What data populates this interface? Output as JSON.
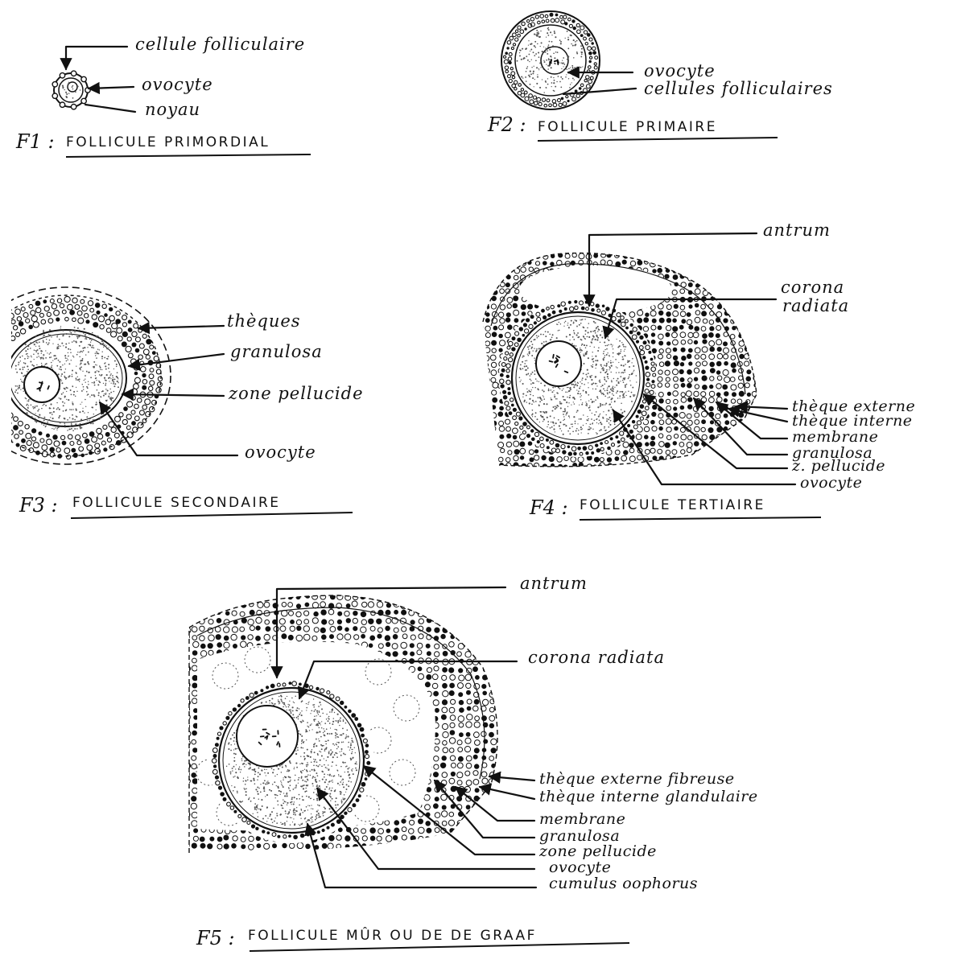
{
  "colors": {
    "ink": "#111111",
    "paper": "#ffffff",
    "stipple": "#555555"
  },
  "figures": {
    "f1": {
      "num": "F1 :",
      "title": "FOLLICULE PRIMORDIAL",
      "labels": {
        "cellule": "cellule folliculaire",
        "ovocyte": "ovocyte",
        "noyau": "noyau"
      }
    },
    "f2": {
      "num": "F2 :",
      "title": "FOLLICULE PRIMAIRE",
      "labels": {
        "ovocyte": "ovocyte",
        "cellules": "cellules folliculaires"
      }
    },
    "f3": {
      "num": "F3 :",
      "title": "FOLLICULE SECONDAIRE",
      "labels": {
        "theques": "thèques",
        "granulosa": "granulosa",
        "zone": "zone pellucide",
        "ovocyte": "ovocyte"
      }
    },
    "f4": {
      "num": "F4 :",
      "title": "FOLLICULE TERTIAIRE",
      "labels": {
        "antrum": "antrum",
        "corona1": "corona",
        "corona2": "radiata",
        "theque_ext": "thèque externe",
        "theque_int": "thèque interne",
        "membrane": "membrane",
        "granulosa": "granulosa",
        "zpell": "z. pellucide",
        "ovocyte": "ovocyte"
      }
    },
    "f5": {
      "num": "F5 :",
      "title": "FOLLICULE MÛR OU DE DE GRAAF",
      "labels": {
        "antrum": "antrum",
        "corona": "corona radiata",
        "theque_ext": "thèque externe fibreuse",
        "theque_int": "thèque interne glandulaire",
        "membrane": "membrane",
        "granulosa": "granulosa",
        "zone": "zone pellucide",
        "ovocyte": "ovocyte",
        "cumulus": "cumulus oophorus"
      }
    }
  }
}
